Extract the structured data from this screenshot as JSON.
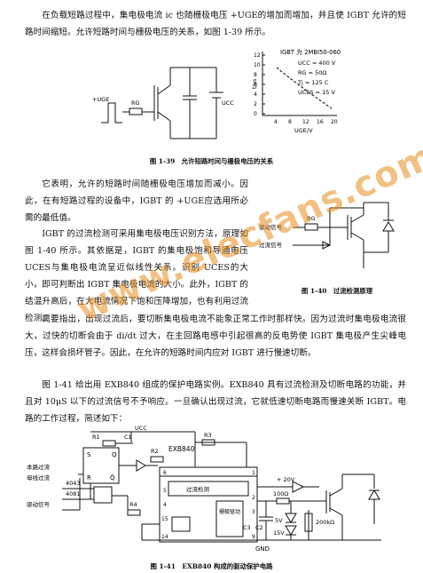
{
  "para1": "在负载短路过程中，集电极电流 ic 也随栅极电压 +UGE的增加而增加，并且使 IGBT 允许的短路时间缩短。允许短路时间与栅极电压的关系，如图 1-39 所示。",
  "fig139": {
    "caption": "图 1-39　允许短路时间与栅极电压的关系",
    "circuit_labels": {
      "rg": "RG",
      "uge": "+UGE",
      "ucc": "UCC"
    },
    "graph": {
      "legend_title": "IGBT 为 2MBI50-060",
      "legend_lines": [
        "UCC = 400 V",
        "RG = 50Ω",
        "Tj = 125 C",
        "UCES = 15 V"
      ],
      "ylabel": "t/μs",
      "xlabel": "UGE/V",
      "yticks": [
        "12",
        "10",
        "8",
        "6",
        "4",
        "2",
        "0"
      ],
      "xticks": [
        "4",
        "8",
        "12",
        "16",
        "20"
      ]
    }
  },
  "para2": "它表明，允许的短路时间随栅极电压增加而减小。因此，在有短路过程的设备中，IGBT 的 +UGE应选用所必需的最低值。",
  "para3": "IGBT 的过流检测可采用集电极电压识别方法，原理如图 1-40 所示。其依据是，IGBT 的集电极饱和导通电压 UCES与集电极电流呈近似线性关系。识别 UCES的大小，即可判断出 IGBT 集电极电流的大小。此外，IGBT 的结温升高后，在大电流情况下饱和压降增加，也有利用过流检测。",
  "fig140": {
    "caption": "图 1-40　过流检测原理",
    "labels": {
      "drive": "驱动信号",
      "detect": "过流信号",
      "rg": "RG"
    }
  },
  "para4": "需要指出，出现过流后，要切断集电极电流不能象正常工作时那样快。因为过流时集电极电流很大，过快的切断会由于 di/dt 过大，在主回路电感中引起很高的反电势使 IGBT 集电极产生尖峰电压，这样会损坏管子。因此，在允许的短路时间内应对 IGBT 进行慢速切断。",
  "para5": "图 1-41 给出用 EXB840 组成的保护电路实例。EXB840 具有过流检测及切断电路的功能，并且对 10μS 以下的过流信号不予响应。一旦确认出现过流，它就低速切断电路而慢速关断 IGBT。电路的工作过程，简述如下：",
  "fig141": {
    "caption": "图 1-41　EXB840 构成的驱动保护电路",
    "labels": {
      "chip": "EXB840",
      "detect_block": "过流检测",
      "amp_block": "栅极驱动",
      "vcc": "UCC",
      "gnd": "GND",
      "plus20": "+ 20V",
      "r_100": "100Ω",
      "r_200k": "200kΩ",
      "v5": "5V",
      "v15": "15V",
      "c1": "C1",
      "c2": "C2",
      "c3": "C3",
      "r1": "R1",
      "r2": "R2",
      "r3": "R3",
      "r4": "R4",
      "ff_s": "S",
      "ff_q": "Q",
      "ff_r": "R",
      "ff_qn": "Q̄",
      "ic_4043": "4043",
      "ic_4081": "4081",
      "in_local": "本路过流",
      "in_bus": "母线过流",
      "in_drive": "驱动信号",
      "pins": [
        "6",
        "5",
        "4",
        "1",
        "2",
        "3",
        "15",
        "14",
        "9"
      ]
    }
  },
  "watermark": "www.elecfans.com"
}
